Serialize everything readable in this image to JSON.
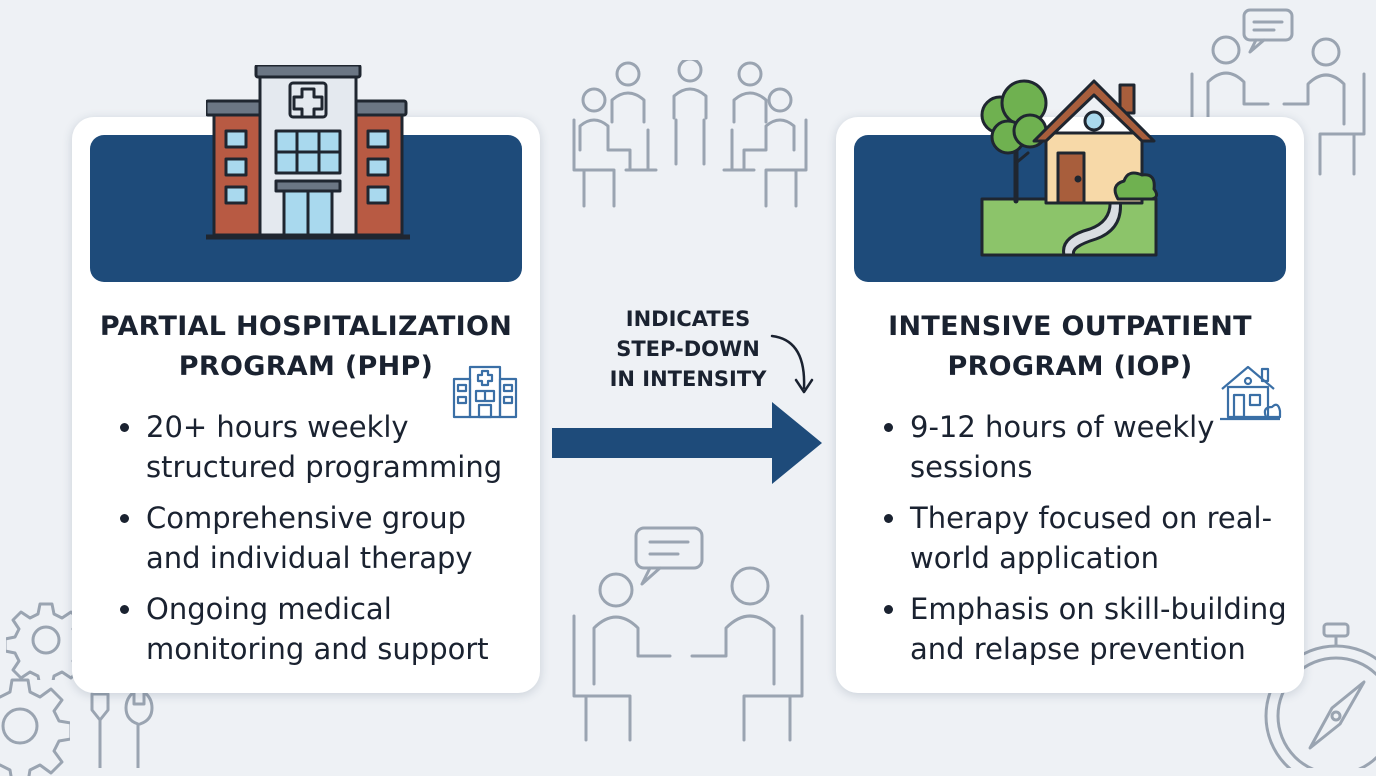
{
  "flow": {
    "from": {
      "title_lines": [
        "PARTIAL HOSPITALIZATION",
        "PROGRAM (PHP)"
      ],
      "hero_icon": "hospital-icon",
      "mini_icon": "hospital-icon",
      "bullets": [
        [
          "20+ hours weekly",
          "structured programming"
        ],
        [
          "Comprehensive group",
          "and individual therapy"
        ],
        [
          "Ongoing medical",
          "monitoring and support"
        ]
      ]
    },
    "to": {
      "title_lines": [
        "INTENSIVE OUTPATIENT",
        "PROGRAM (IOP)"
      ],
      "hero_icon": "house-icon",
      "mini_icon": "house-icon",
      "bullets": [
        [
          "9-12 hours of weekly",
          "sessions"
        ],
        [
          "Therapy focused on real-",
          "world application"
        ],
        [
          "Emphasis on skill-building",
          "and relapse prevention"
        ]
      ]
    },
    "connector": {
      "label_lines": [
        "INDICATES",
        "STEP-DOWN",
        "IN INTENSITY"
      ],
      "direction": "left-to-right"
    }
  },
  "colors": {
    "background": "#eef1f5",
    "banner": "#1e4b7a",
    "arrow": "#1e4b7a",
    "text": "#1a2230",
    "brick": "#b85a43",
    "glass": "#a9d9ee",
    "grass": "#8cc46a",
    "house_wall": "#f7d9a8",
    "roof": "#a85e3c",
    "outline_icon": "#9aa4b1"
  },
  "background_icons": [
    "group-therapy-icon",
    "counseling-session-icon",
    "gear-icon",
    "wrench-icon",
    "compass-icon"
  ]
}
